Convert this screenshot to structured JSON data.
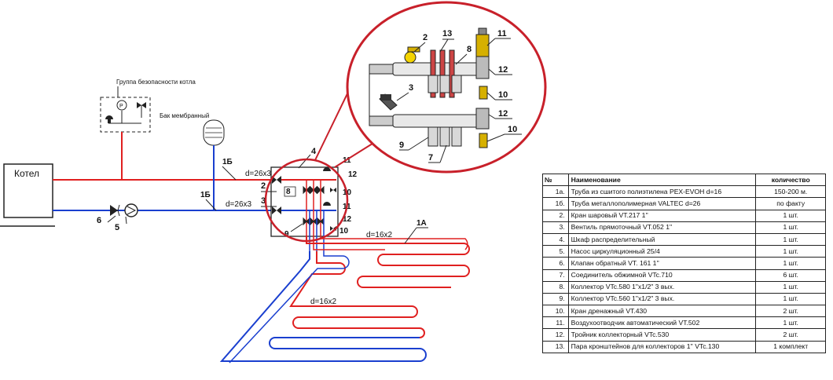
{
  "diagram": {
    "boiler_label": "Котел",
    "safety_group_label": "Группа безопасности котла",
    "expansion_tank_label": "Бак мембранный",
    "pipe_1b_label": "1Б",
    "pipe_1a_label": "1А",
    "pipe_size_supply": "d=26x3",
    "pipe_size_return": "d=26x3",
    "pipe_size_floor_1": "d=16x2",
    "pipe_size_floor_2": "d=16x2",
    "callouts": {
      "n2": "2",
      "n3": "3",
      "n4": "4",
      "n5": "5",
      "n6": "6",
      "n7": "7",
      "n8": "8",
      "n9": "9",
      "n10": "10",
      "n11": "11",
      "n12": "12",
      "n13": "13"
    },
    "colors": {
      "supply": "#e02020",
      "return": "#1a3fcf",
      "outline": "#222222"
    }
  },
  "spec_table": {
    "headers": {
      "no": "№",
      "name": "Наименование",
      "qty": "количество"
    },
    "rows": [
      {
        "no": "1а.",
        "name": "Труба из сшитого полиэтилена PEX-EVOH d=16",
        "qty": "150-200 м."
      },
      {
        "no": "1б.",
        "name": "Труба металлополимерная VALTEC d=26",
        "qty": "по факту"
      },
      {
        "no": "2.",
        "name": "Кран шаровый VT.217  1''",
        "qty": "1 шт."
      },
      {
        "no": "3.",
        "name": "Вентиль прямоточный VT.052 1''",
        "qty": "1 шт."
      },
      {
        "no": "4.",
        "name": "Шкаф распределительный",
        "qty": "1 шт."
      },
      {
        "no": "5.",
        "name": "Насос циркуляционный 25/4",
        "qty": "1 шт."
      },
      {
        "no": "6.",
        "name": "Клапан обратный VT. 161  1''",
        "qty": "1 шт."
      },
      {
        "no": "7.",
        "name": "Соединитель обжимной VTc.710",
        "qty": "6 шт."
      },
      {
        "no": "8.",
        "name": "Коллектор VTc.580 1\"x1/2\" 3 вых.",
        "qty": "1 шт."
      },
      {
        "no": "9.",
        "name": "Коллектор VTc.560 1\"x1/2\" 3 вых.",
        "qty": "1 шт."
      },
      {
        "no": "10.",
        "name": "Кран дренажный VT.430",
        "qty": "2 шт."
      },
      {
        "no": "11.",
        "name": "Воздухоотводчик автоматический VT.502",
        "qty": "1 шт."
      },
      {
        "no": "12.",
        "name": "Тройник коллекторный  VTc.530",
        "qty": "2 шт."
      },
      {
        "no": "13.",
        "name": "Пара кронштейнов для коллекторов 1'' VTc.130",
        "qty": "1 комплект"
      }
    ]
  }
}
